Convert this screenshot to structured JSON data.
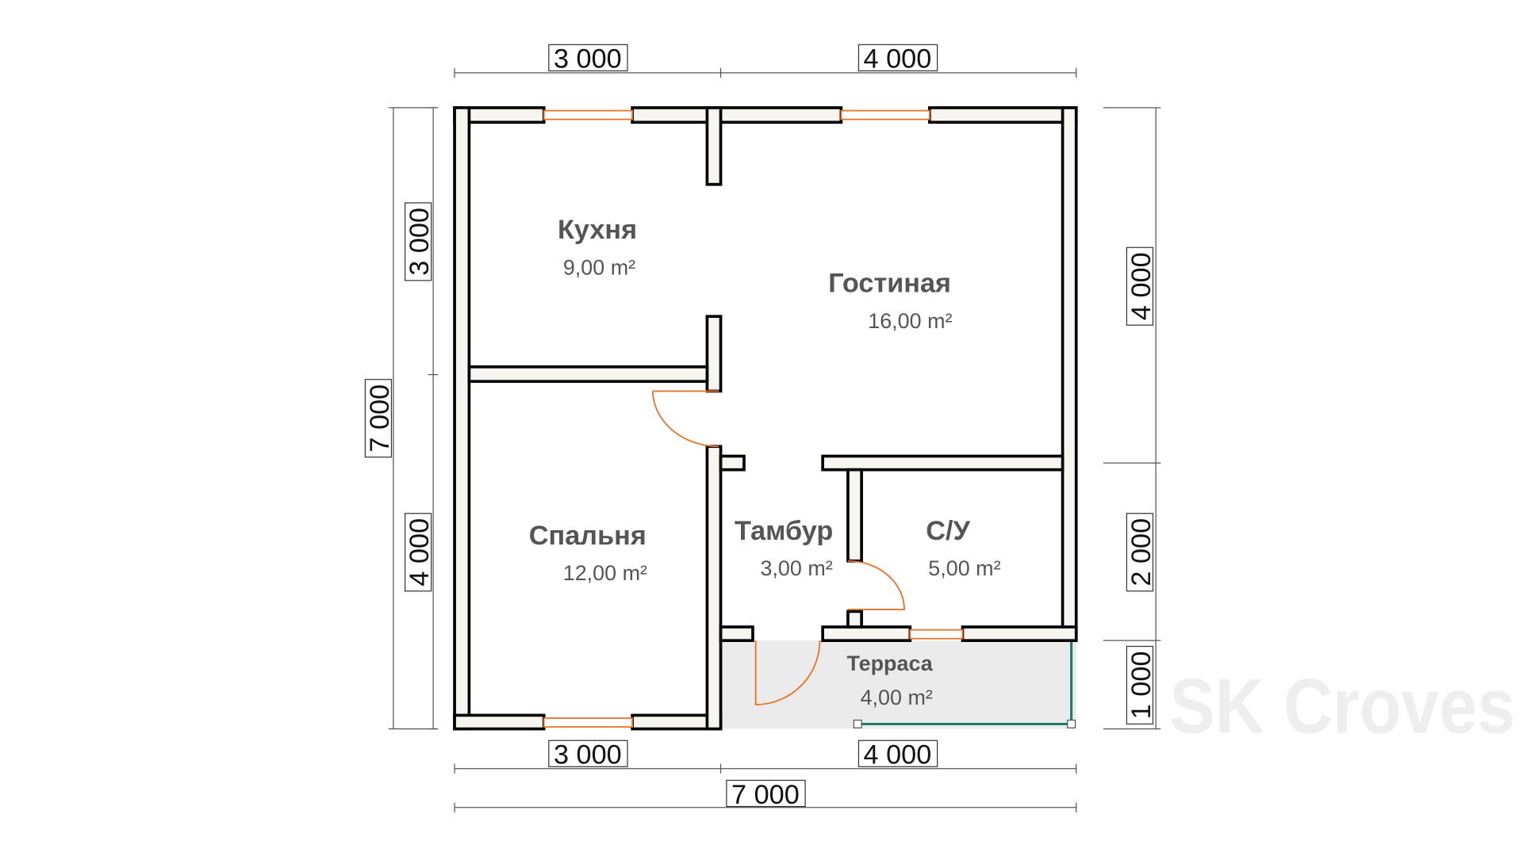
{
  "rooms": {
    "kitchen": {
      "name": "Кухня",
      "area": "9,00 m²"
    },
    "living": {
      "name": "Гостиная",
      "area": "16,00 m²"
    },
    "bedroom": {
      "name": "Спальня",
      "area": "12,00 m²"
    },
    "vestibule": {
      "name": "Тамбур",
      "area": "3,00 m²"
    },
    "bathroom": {
      "name": "С/У",
      "area": "5,00 m²"
    },
    "terrace": {
      "name": "Терраса",
      "area": "4,00 m²"
    }
  },
  "dimensions": {
    "top_left": "3 000",
    "top_right": "4 000",
    "bottom_left": "3 000",
    "bottom_right": "4 000",
    "bottom_total": "7 000",
    "left_top": "3 000",
    "left_bottom": "4 000",
    "left_total": "7 000",
    "right_top": "4 000",
    "right_mid": "2 000",
    "right_bottom": "1 000"
  },
  "watermark": "SK Croves",
  "colors": {
    "wall_fill": "#f6f5f0",
    "door": "#e8732a",
    "terrace": "#ebebeb",
    "railing": "#1f7a6e"
  }
}
